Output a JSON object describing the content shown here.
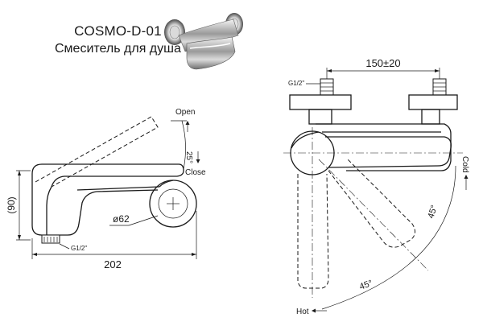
{
  "product": {
    "model": "COSMO-D-01",
    "subtitle": "Смеситель для душа"
  },
  "side_view": {
    "label_open": "Open",
    "label_close": "Close",
    "angle_label": "25°",
    "height_label": "(90)",
    "width_label": "202",
    "diameter_label": "ø62",
    "thread_label": "G1/2\""
  },
  "front_view": {
    "spacing_label": "150±20",
    "thread_label": "G1/2\"",
    "label_cold": "Cold",
    "label_hot": "Hot",
    "angle_right_label": "45°",
    "angle_left_label": "45°"
  }
}
